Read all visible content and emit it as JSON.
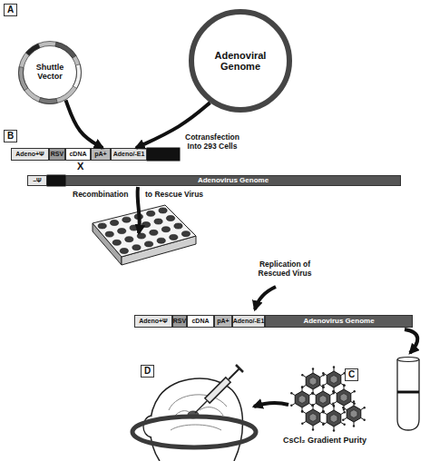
{
  "diagram": {
    "nodes": [
      {
        "text": [
          "Shuttle Vector"
        ]
      },
      {
        "text": [
          "Adenoviral Genome"
        ]
      },
      {
        "text": [
          "Adeno+Ψ"
        ]
      },
      {
        "text": [
          "RSV"
        ]
      },
      {
        "text": [
          "cDNA"
        ]
      },
      {
        "text": [
          "pA+"
        ]
      },
      {
        "text": [
          "Adeno/-E1"
        ]
      },
      {
        "text": [
          "–Ψ"
        ]
      },
      {
        "text": [
          "Adenovirus Genome"
        ]
      },
      {
        "text": [
          "Adeno+Ψ"
        ]
      },
      {
        "text": [
          "RSV"
        ]
      },
      {
        "text": [
          "cDNA"
        ]
      },
      {
        "text": [
          "pA+"
        ]
      },
      {
        "text": [
          "Adeno/-E1"
        ]
      },
      {
        "text": [
          "Adenovirus Genome"
        ]
      }
    ],
    "edges": [
      {
        "from": 0,
        "to": 5,
        "arrow": "to"
      },
      {
        "from": 1,
        "to": 6,
        "arrow": "to"
      }
    ],
    "labels": [
      "A",
      "Cotransfection Into 293 Cells",
      "B",
      "X",
      "Recombination",
      "to Rescue Virus",
      "Replication of Rescued Virus",
      "C",
      "CsCl₂ Gradient Purity",
      "D"
    ]
  }
}
